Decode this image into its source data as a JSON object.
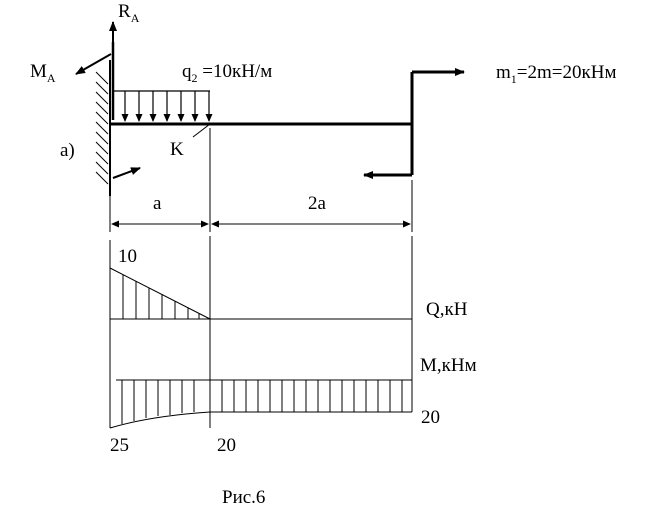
{
  "labels": {
    "reaction": "R",
    "reaction_sub": "A",
    "moment": "M",
    "moment_sub": "A",
    "load_prefix": "q",
    "load_sub": "2",
    "load_suffix": " =10кН/м",
    "applied_moment_prefix": "m",
    "applied_moment_sub": "1",
    "applied_moment_suffix": "=2m=20кНм",
    "panel": "а)",
    "point": "K",
    "span_a": "a",
    "span_2a": "2a",
    "shear_axis": "Q,кН",
    "moment_axis": "M,кНм",
    "shear_value": "10",
    "moment_value_right": "20",
    "moment_value_left": "25",
    "moment_value_mid": "20",
    "caption": "Рис.6"
  }
}
